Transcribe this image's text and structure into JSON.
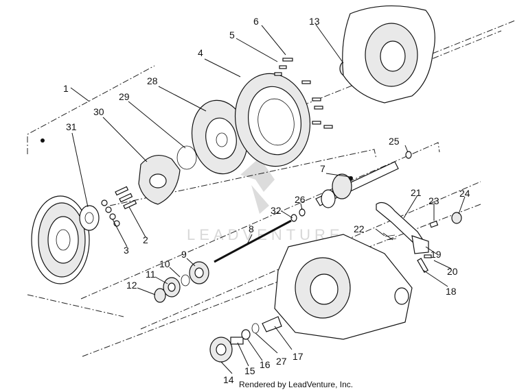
{
  "callouts": [
    "1",
    "2",
    "3",
    "4",
    "5",
    "6",
    "7",
    "8",
    "9",
    "10",
    "11",
    "12",
    "13",
    "14",
    "15",
    "16",
    "17",
    "18",
    "19",
    "20",
    "21",
    "22",
    "23",
    "24",
    "25",
    "26",
    "27",
    "28",
    "29",
    "30",
    "31",
    "32"
  ],
  "watermark": "LEADVENTURE",
  "credit": "Rendered by LeadVenture, Inc."
}
